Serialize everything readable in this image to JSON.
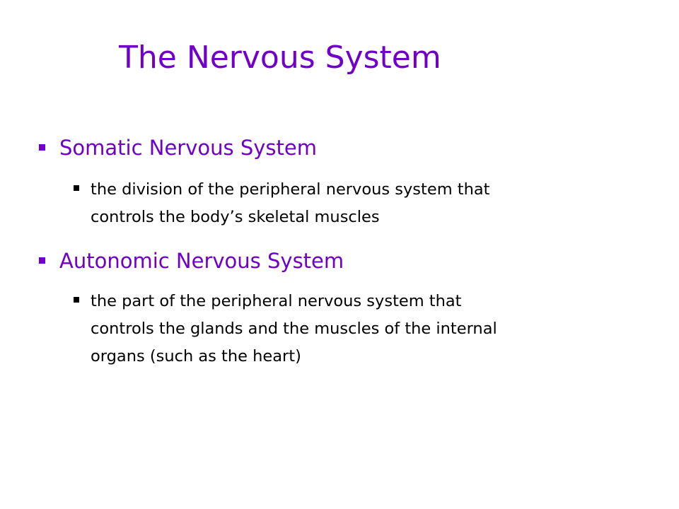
{
  "slide": {
    "title": "The Nervous System",
    "colors": {
      "accent": "#7000c8",
      "body_text": "#000000",
      "background": "#ffffff"
    },
    "sections": [
      {
        "heading": "Somatic Nervous System",
        "description_lines": [
          "the division of the peripheral nervous system that",
          "controls the body’s skeletal muscles"
        ]
      },
      {
        "heading": "Autonomic Nervous System",
        "description_lines": [
          "the part of the peripheral nervous system that",
          "controls the glands and the muscles of the internal",
          "organs (such as the heart)"
        ]
      }
    ]
  }
}
